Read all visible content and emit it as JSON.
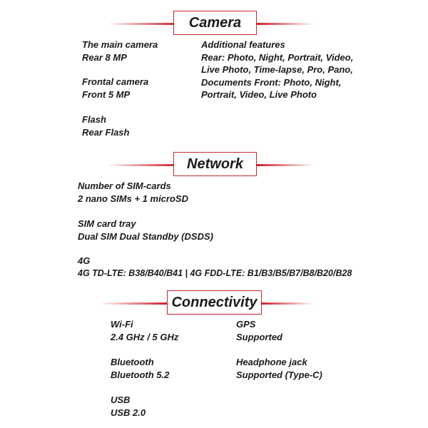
{
  "camera": {
    "title": "Camera",
    "main_label": "The main camera",
    "main_value": "Rear 8 MP",
    "front_label": "Frontal camera",
    "front_value": "Front 5 MP",
    "flash_label": "Flash",
    "flash_value": "Rear Flash",
    "features_label": "Additional features",
    "features_lines": [
      "Rear: Photo, Night, Portrait, Video,",
      "Live Photo, Time-lapse, Pro, Pano,",
      "Documents Front: Photo, Night,",
      "Portrait, Video, Live Photo"
    ]
  },
  "network": {
    "title": "Network",
    "sim_count_label": "Number of SIM-cards",
    "sim_count_value": "2 nano SIMs + 1 microSD",
    "sim_tray_label": "SIM card tray",
    "sim_tray_value": "Dual SIM Dual Standby (DSDS)",
    "lte_label": "4G",
    "lte_value": "4G TD-LTE: B38/B40/B41 | 4G FDD-LTE: B1/B3/B5/B7/B8/B20/B28"
  },
  "connectivity": {
    "title": "Connectivity",
    "wifi_label": "Wi-Fi",
    "wifi_value": "2.4 GHz / 5 GHz",
    "gps_label": "GPS",
    "gps_value": "Supported",
    "bluetooth_label": "Bluetooth",
    "bluetooth_value": "Bluetooth 5.2",
    "headphone_label": "Headphone jack",
    "headphone_value": "Supported (Type-C)",
    "usb_label": "USB",
    "usb_value": "USB 2.0"
  }
}
